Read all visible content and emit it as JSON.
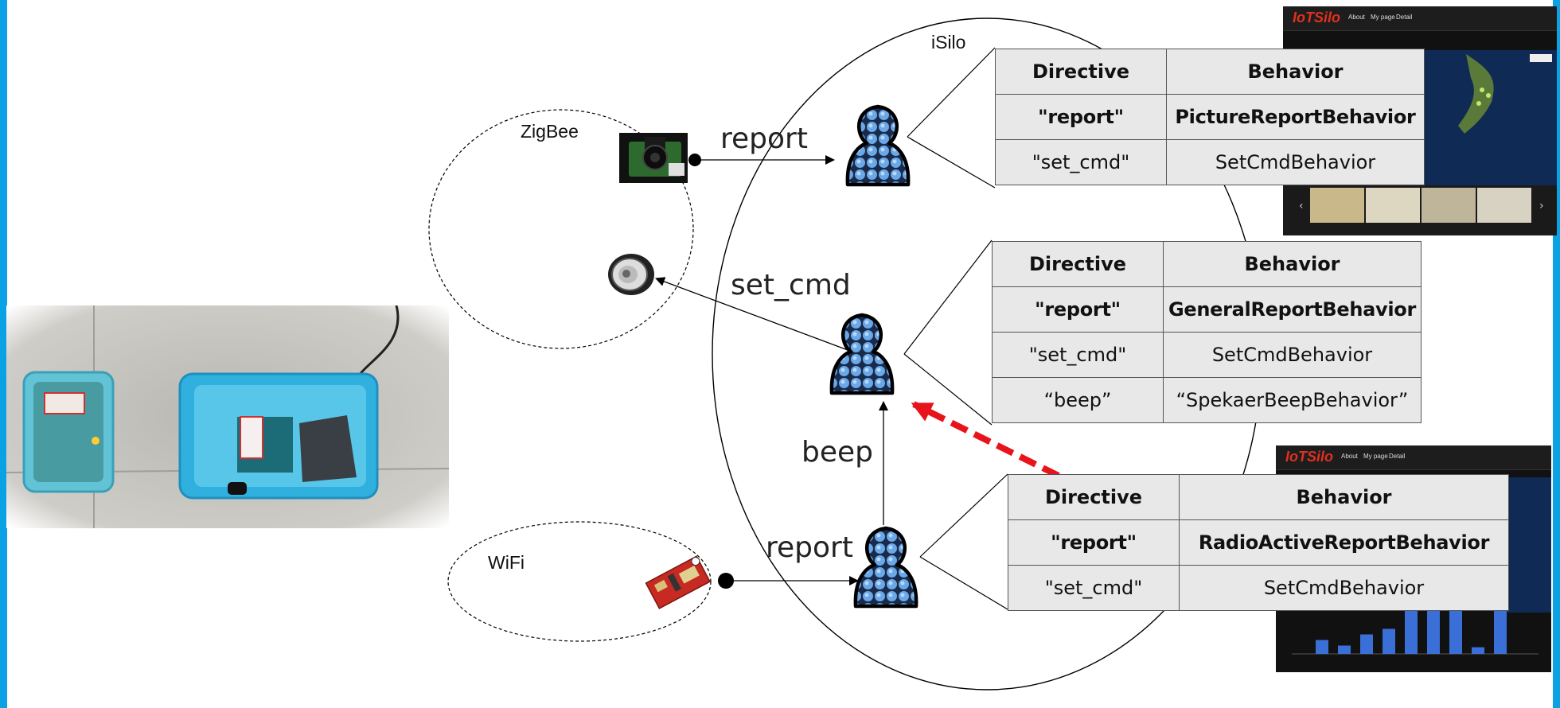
{
  "regions": {
    "isilo": "iSilo",
    "zigbee": "ZigBee",
    "wifi": "WiFi"
  },
  "edges": {
    "report_top": "report",
    "set_cmd": "set_cmd",
    "beep": "beep",
    "report_bottom": "report"
  },
  "tables": [
    {
      "header": [
        "Directive",
        "Behavior"
      ],
      "rows": [
        [
          "\"report\"",
          "PictureReportBehavior"
        ],
        [
          "\"set_cmd\"",
          "SetCmdBehavior"
        ]
      ]
    },
    {
      "header": [
        "Directive",
        "Behavior"
      ],
      "rows": [
        [
          "\"report\"",
          "GeneralReportBehavior"
        ],
        [
          "\"set_cmd\"",
          "SetCmdBehavior"
        ],
        [
          "“beep”",
          "“SpekaerBeepBehavior”"
        ]
      ]
    },
    {
      "header": [
        "Directive",
        "Behavior"
      ],
      "rows": [
        [
          "\"report\"",
          "RadioActiveReportBehavior"
        ],
        [
          "\"set_cmd\"",
          "SetCmdBehavior"
        ]
      ]
    }
  ],
  "screenshots": {
    "top": {
      "logo": "IoTSilo",
      "nav": [
        "About",
        "My page",
        "Detail"
      ]
    },
    "bottom": {
      "logo": "IoTSilo",
      "nav": [
        "About",
        "My page",
        "Detail"
      ],
      "bar_levels": [
        0.25,
        0.15,
        0.35,
        0.45,
        0.85,
        0.9,
        0.8,
        0.12,
        0.9
      ]
    }
  },
  "colors": {
    "agent_blue": "#4a90d9",
    "dashed_arrow": "#e8141c",
    "slide_edge": "#0aa2e4"
  }
}
